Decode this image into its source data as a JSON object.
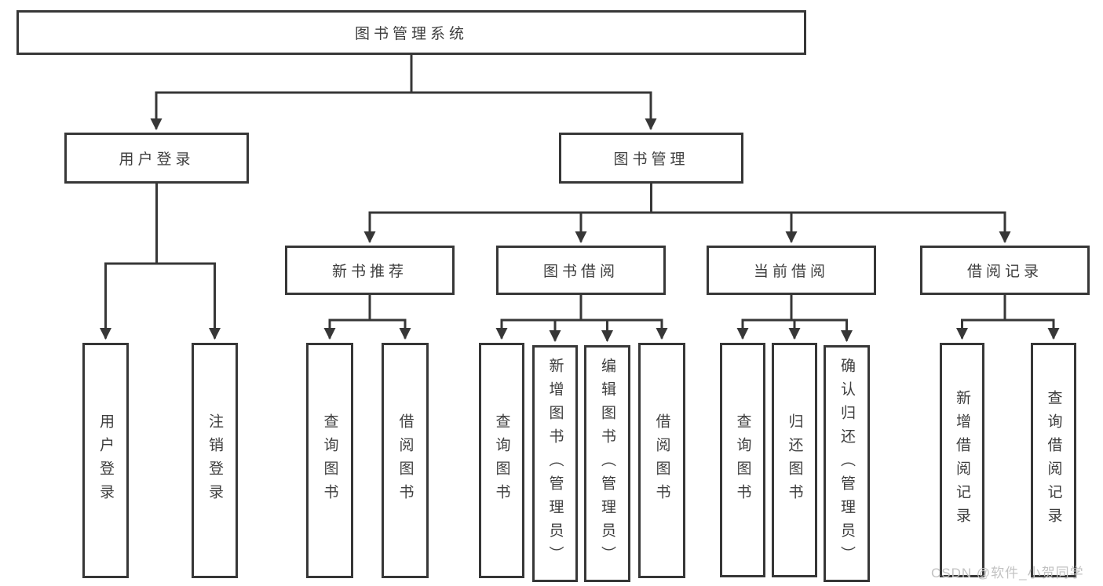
{
  "diagram": {
    "title": "图书管理系统",
    "nodes": {
      "root": {
        "label": "图书管理系统"
      },
      "login": {
        "label": "用户登录"
      },
      "manage": {
        "label": "图书管理"
      },
      "login_user": {
        "label": "用户登录"
      },
      "login_logout": {
        "label": "注销登录"
      },
      "rec": {
        "label": "新书推荐"
      },
      "borrow": {
        "label": "图书借阅"
      },
      "current": {
        "label": "当前借阅"
      },
      "record": {
        "label": "借阅记录"
      },
      "rec_query": {
        "label": "查询图书"
      },
      "rec_borrow": {
        "label": "借阅图书"
      },
      "borrow_query": {
        "label": "查询图书"
      },
      "borrow_add": {
        "label": "新增图书（管理员）"
      },
      "borrow_edit": {
        "label": "编辑图书（管理员）"
      },
      "borrow_take": {
        "label": "借阅图书"
      },
      "current_query": {
        "label": "查询图书"
      },
      "current_return": {
        "label": "归还图书"
      },
      "current_confirm": {
        "label": "确认归还（管理员）"
      },
      "record_add": {
        "label": "新增借阅记录"
      },
      "record_query": {
        "label": "查询借阅记录"
      }
    },
    "edges": [
      [
        "root",
        "login"
      ],
      [
        "root",
        "manage"
      ],
      [
        "login",
        "login_user"
      ],
      [
        "login",
        "login_logout"
      ],
      [
        "manage",
        "rec"
      ],
      [
        "manage",
        "borrow"
      ],
      [
        "manage",
        "current"
      ],
      [
        "manage",
        "record"
      ],
      [
        "rec",
        "rec_query"
      ],
      [
        "rec",
        "rec_borrow"
      ],
      [
        "borrow",
        "borrow_query"
      ],
      [
        "borrow",
        "borrow_add"
      ],
      [
        "borrow",
        "borrow_edit"
      ],
      [
        "borrow",
        "borrow_take"
      ],
      [
        "current",
        "current_query"
      ],
      [
        "current",
        "current_return"
      ],
      [
        "current",
        "current_confirm"
      ],
      [
        "record",
        "record_add"
      ],
      [
        "record",
        "record_query"
      ]
    ],
    "colors": {
      "line": "#373737",
      "text": "#3e3e3e",
      "background": "#ffffff",
      "watermark": "#c2c2c2"
    }
  },
  "watermark": {
    "text": "CSDN @软件_小贺同学"
  }
}
